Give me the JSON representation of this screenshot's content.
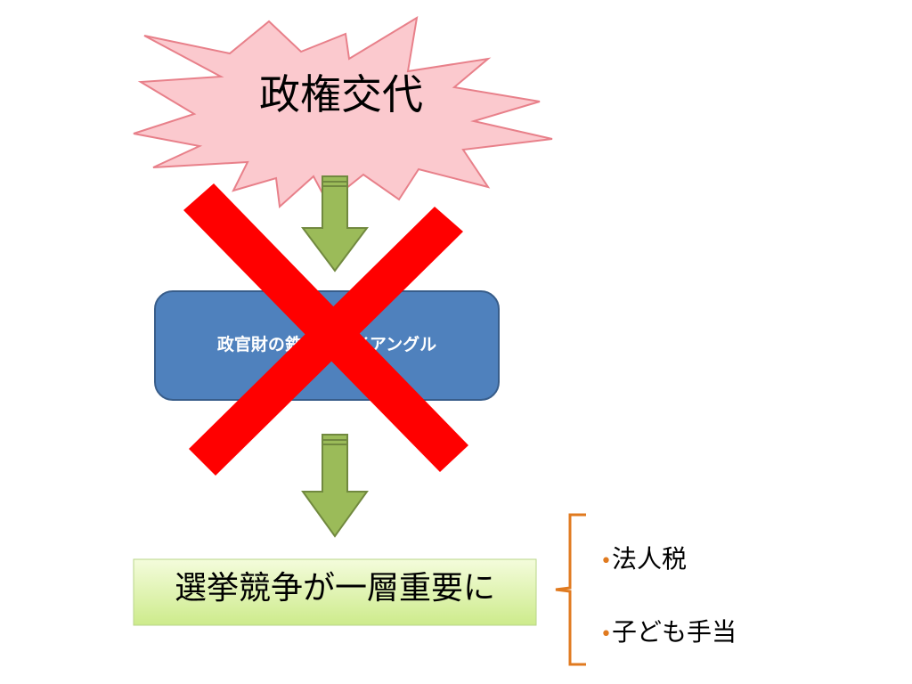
{
  "burst": {
    "text": "政権交代",
    "fill": "#FBC9CE",
    "stroke": "#E8808A"
  },
  "triangle_box": {
    "text": "政官財の鉄のトライアングル",
    "fill": "#4F81BD",
    "stroke": "#385D8A"
  },
  "result_box": {
    "text": "選挙競争が一層重要に",
    "fill_top": "#F4FCDC",
    "fill_bottom": "#CDEB8B"
  },
  "bullets": [
    {
      "marker": "•",
      "text": "法人税"
    },
    {
      "marker": "•",
      "text": "子ども手当"
    }
  ],
  "colors": {
    "arrow_fill": "#9BBB59",
    "arrow_stroke": "#71893F",
    "cross": "#FF0000",
    "brace": "#E07A1F"
  }
}
